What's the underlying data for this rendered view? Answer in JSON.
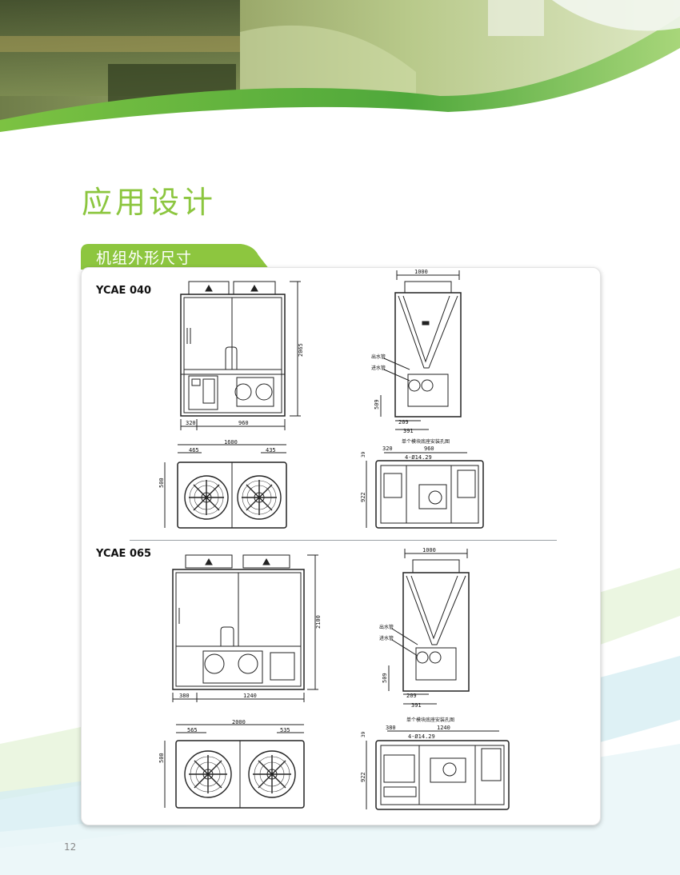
{
  "page": {
    "title": "应用设计",
    "number": "12"
  },
  "section": {
    "tab_label": "机组外形尺寸"
  },
  "colors": {
    "brand_green": "#8cc63f",
    "tab_green": "#8dc63f",
    "swoosh_blue": "#c9e9ef"
  },
  "models": [
    {
      "name": "YCAE 040",
      "front_view": {
        "height": "2065",
        "left_offset": "320",
        "width": "960"
      },
      "side_view": {
        "width": "1000",
        "outlet_label": "出水管",
        "inlet_label": "进水管",
        "pipe_height": "509",
        "pipe_offset_a": "209",
        "pipe_offset_b": "391"
      },
      "top_view": {
        "length": "1600",
        "left_fan": "465",
        "right_fan": "435",
        "depth": "500"
      },
      "base_plan": {
        "title": "单个模块底座安装孔图",
        "offset": "320",
        "span": "960",
        "hole": "4-Ø14.29",
        "edge": "39",
        "depth": "922"
      }
    },
    {
      "name": "YCAE 065",
      "front_view": {
        "height": "2100",
        "left_offset": "380",
        "width": "1240"
      },
      "side_view": {
        "width": "1000",
        "outlet_label": "出水管",
        "inlet_label": "进水管",
        "pipe_height": "509",
        "pipe_offset_a": "209",
        "pipe_offset_b": "391"
      },
      "top_view": {
        "length": "2000",
        "left_fan": "565",
        "right_fan": "535",
        "depth": "500"
      },
      "base_plan": {
        "title": "单个模块底座安装孔图",
        "offset": "380",
        "span": "1240",
        "hole": "4-Ø14.29",
        "edge": "39",
        "depth": "922"
      }
    }
  ]
}
